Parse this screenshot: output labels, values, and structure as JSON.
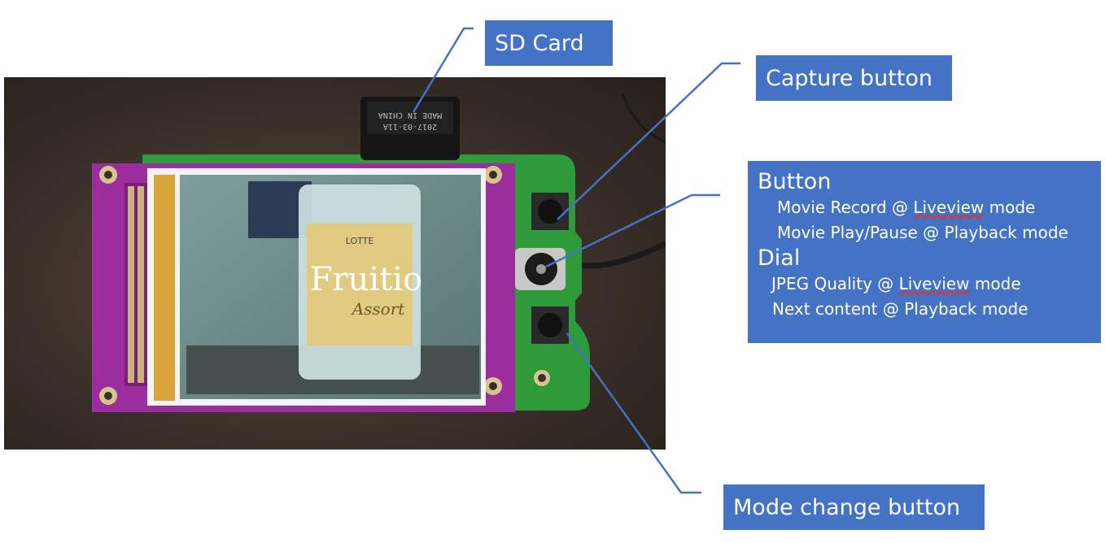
{
  "labels": {
    "sd_card": "SD Card",
    "capture_button": "Capture button",
    "mode_change_button": "Mode change button"
  },
  "info": {
    "button_heading": "Button",
    "button_lines": [
      {
        "pre": "Movie Record @ ",
        "underlined": "Liveview",
        "post": " mode"
      },
      {
        "pre": "Movie Play/Pause @ Playback mode",
        "underlined": "",
        "post": ""
      }
    ],
    "dial_heading": "Dial",
    "dial_lines": [
      {
        "pre": "JPEG Quality @ ",
        "underlined": "Liveview",
        "post": " mode"
      },
      {
        "pre": "Next content @ Playback mode",
        "underlined": "",
        "post": ""
      }
    ]
  },
  "photo": {
    "sd_text_1": "MADE IN CHINA",
    "sd_text_2": "2017-03-11A",
    "product_brand": "LOTTE",
    "product_name": "Fruitio",
    "product_sub": "Assort"
  },
  "colors": {
    "label_bg": "#4472c4",
    "label_text": "#ffffff",
    "leader_line": "#4472c4",
    "pcb_green": "#2f9a3a",
    "lcd_board": "#9b2d9f"
  }
}
